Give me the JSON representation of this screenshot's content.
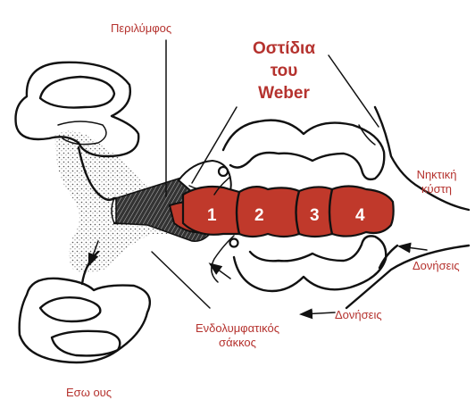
{
  "labels": {
    "perilymph": "Περιλύμφος",
    "ossicles_line1": "Οστίδια",
    "ossicles_line2": "του",
    "ossicles_line3": "Weber",
    "swim_bladder_line1": "Νηκτική",
    "swim_bladder_line2": "κύστη",
    "vibrations_right": "Δονήσεις",
    "vibrations_bottom": "Δονήσεις",
    "endolymph_line1": "Ενδολυμφατικός",
    "endolymph_line2": "σάκκος",
    "inner_ear": "Εσω ους"
  },
  "vertebrae": [
    "1",
    "2",
    "3",
    "4"
  ],
  "colors": {
    "label": "#b5322e",
    "ink": "#111111",
    "ossicle_fill": "#c0392b"
  }
}
